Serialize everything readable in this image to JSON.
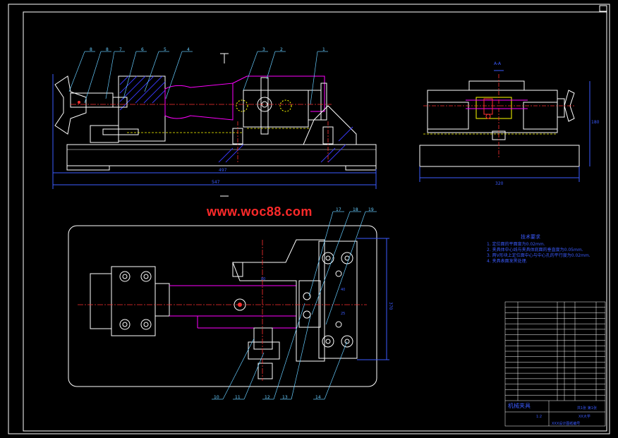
{
  "watermark": "www.woc88.com",
  "colors": {
    "bg": "#000000",
    "outline": "#ffffff",
    "dim": "#3b5bff",
    "hidden": "#ffff00",
    "center": "#ff3030",
    "hatch": "#4040ff",
    "accent": "#ff00ff",
    "leader": "#66ccff"
  },
  "section_label": "A-A",
  "dims": {
    "front_length": "497",
    "front_overall": "547",
    "side_width": "320",
    "side_height": "180",
    "plan_height": "370"
  },
  "balloons_top": [
    "8",
    "8",
    "7",
    "6",
    "5",
    "4",
    "3",
    "2",
    "1"
  ],
  "balloons_bottom_upper": [
    "17",
    "18",
    "19"
  ],
  "balloons_bottom_lower": [
    "10",
    "11",
    "12",
    "13",
    "14"
  ],
  "plan_labels": {
    "small1": "80",
    "small2": "40",
    "small3": "25"
  },
  "notes": {
    "title": "技术要求",
    "lines": [
      "1. 定位面的平面度为0.02mm.",
      "2. 夹具体中心线与夹具体底面的垂直度为0.05mm.",
      "3. 两V形块上定位面中心与中心孔的平行度为0.02mm.",
      "4. 夹具表面发黑处理."
    ]
  },
  "bom_rows": 18,
  "title_block": {
    "name": "机械夹具",
    "scale": "1:2",
    "sheet": "共1张 第1张",
    "school": "XX大学",
    "note": "XXX设计图纸编号"
  }
}
